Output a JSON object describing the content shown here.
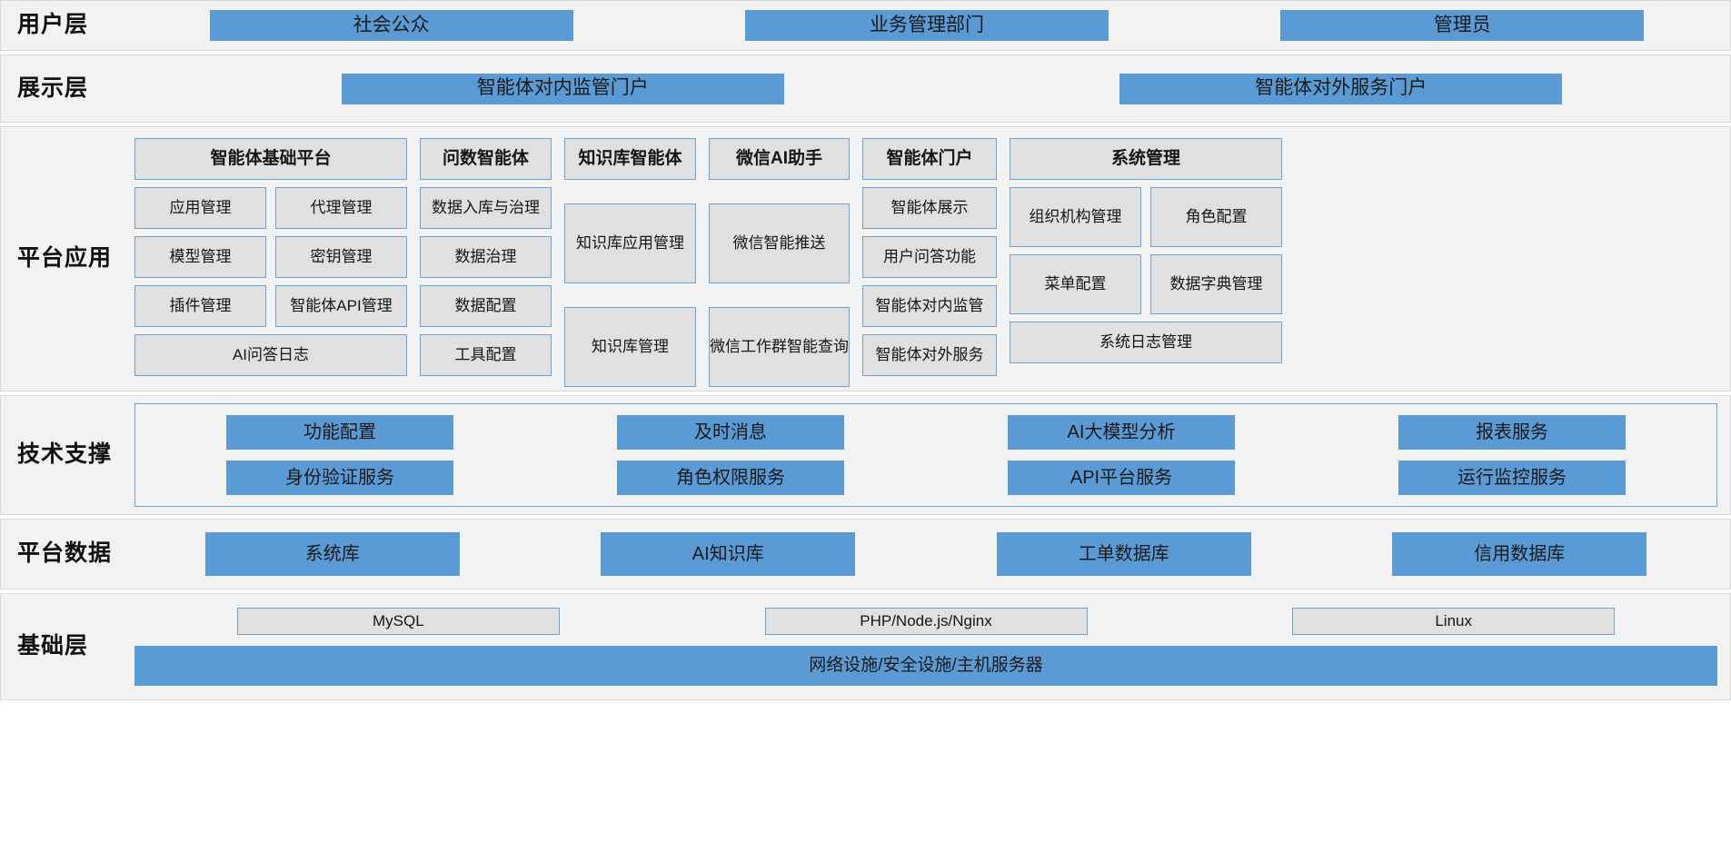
{
  "layers": {
    "user": {
      "label_lines": [
        "用户层"
      ],
      "items": [
        "社会公众",
        "业务管理部门",
        "管理员"
      ]
    },
    "presentation": {
      "label_lines": [
        "展示层"
      ],
      "items": [
        "智能体对内监管门户",
        "智能体对外服务门户"
      ]
    },
    "platform_application": {
      "label_lines": [
        "平台",
        "应用"
      ],
      "columns": [
        {
          "header": "智能体基础平台",
          "rows": [
            [
              "应用管理",
              "代理管理"
            ],
            [
              "模型管理",
              "密钥管理"
            ],
            [
              "插件管理",
              "智能体API管理"
            ]
          ],
          "footer": "AI问答日志"
        },
        {
          "header": "问数智能体",
          "items": [
            "数据入库与治理",
            "数据治理",
            "数据配置",
            "工具配置"
          ]
        },
        {
          "header": "知识库智能体",
          "items": [
            "知识库应用管理",
            "知识库管理"
          ]
        },
        {
          "header": "微信AI助手",
          "items": [
            "微信智能推送",
            "微信工作群智能查询"
          ]
        },
        {
          "header": "智能体门户",
          "items": [
            "智能体展示",
            "用户问答功能",
            "智能体对内监管",
            "智能体对外服务"
          ]
        },
        {
          "header": "系统管理",
          "rows": [
            [
              "组织机构管理",
              "角色配置"
            ],
            [
              "菜单配置",
              "数据字典管理"
            ]
          ],
          "footer": "系统日志管理"
        }
      ]
    },
    "technical_support": {
      "label_lines": [
        "技术",
        "支撑"
      ],
      "row1": [
        "功能配置",
        "及时消息",
        "AI大模型分析",
        "报表服务"
      ],
      "row2": [
        "身份验证服务",
        "角色权限服务",
        "API平台服务",
        "运行监控服务"
      ]
    },
    "platform_data": {
      "label_lines": [
        "平台",
        "数据"
      ],
      "items": [
        "系统库",
        "AI知识库",
        "工单数据库",
        "信用数据库"
      ]
    },
    "foundation": {
      "label_lines": [
        "基础层"
      ],
      "tech_items": [
        "MySQL",
        "PHP/Node.js/Nginx",
        "Linux"
      ],
      "infra": "网络设施/安全设施/主机服务器"
    }
  },
  "colors": {
    "accent_blue": "#5b9bd5",
    "box_grey": "#e0e0e0",
    "band_bg": "#f2f2f2",
    "border_blue": "#6aa3d5"
  }
}
